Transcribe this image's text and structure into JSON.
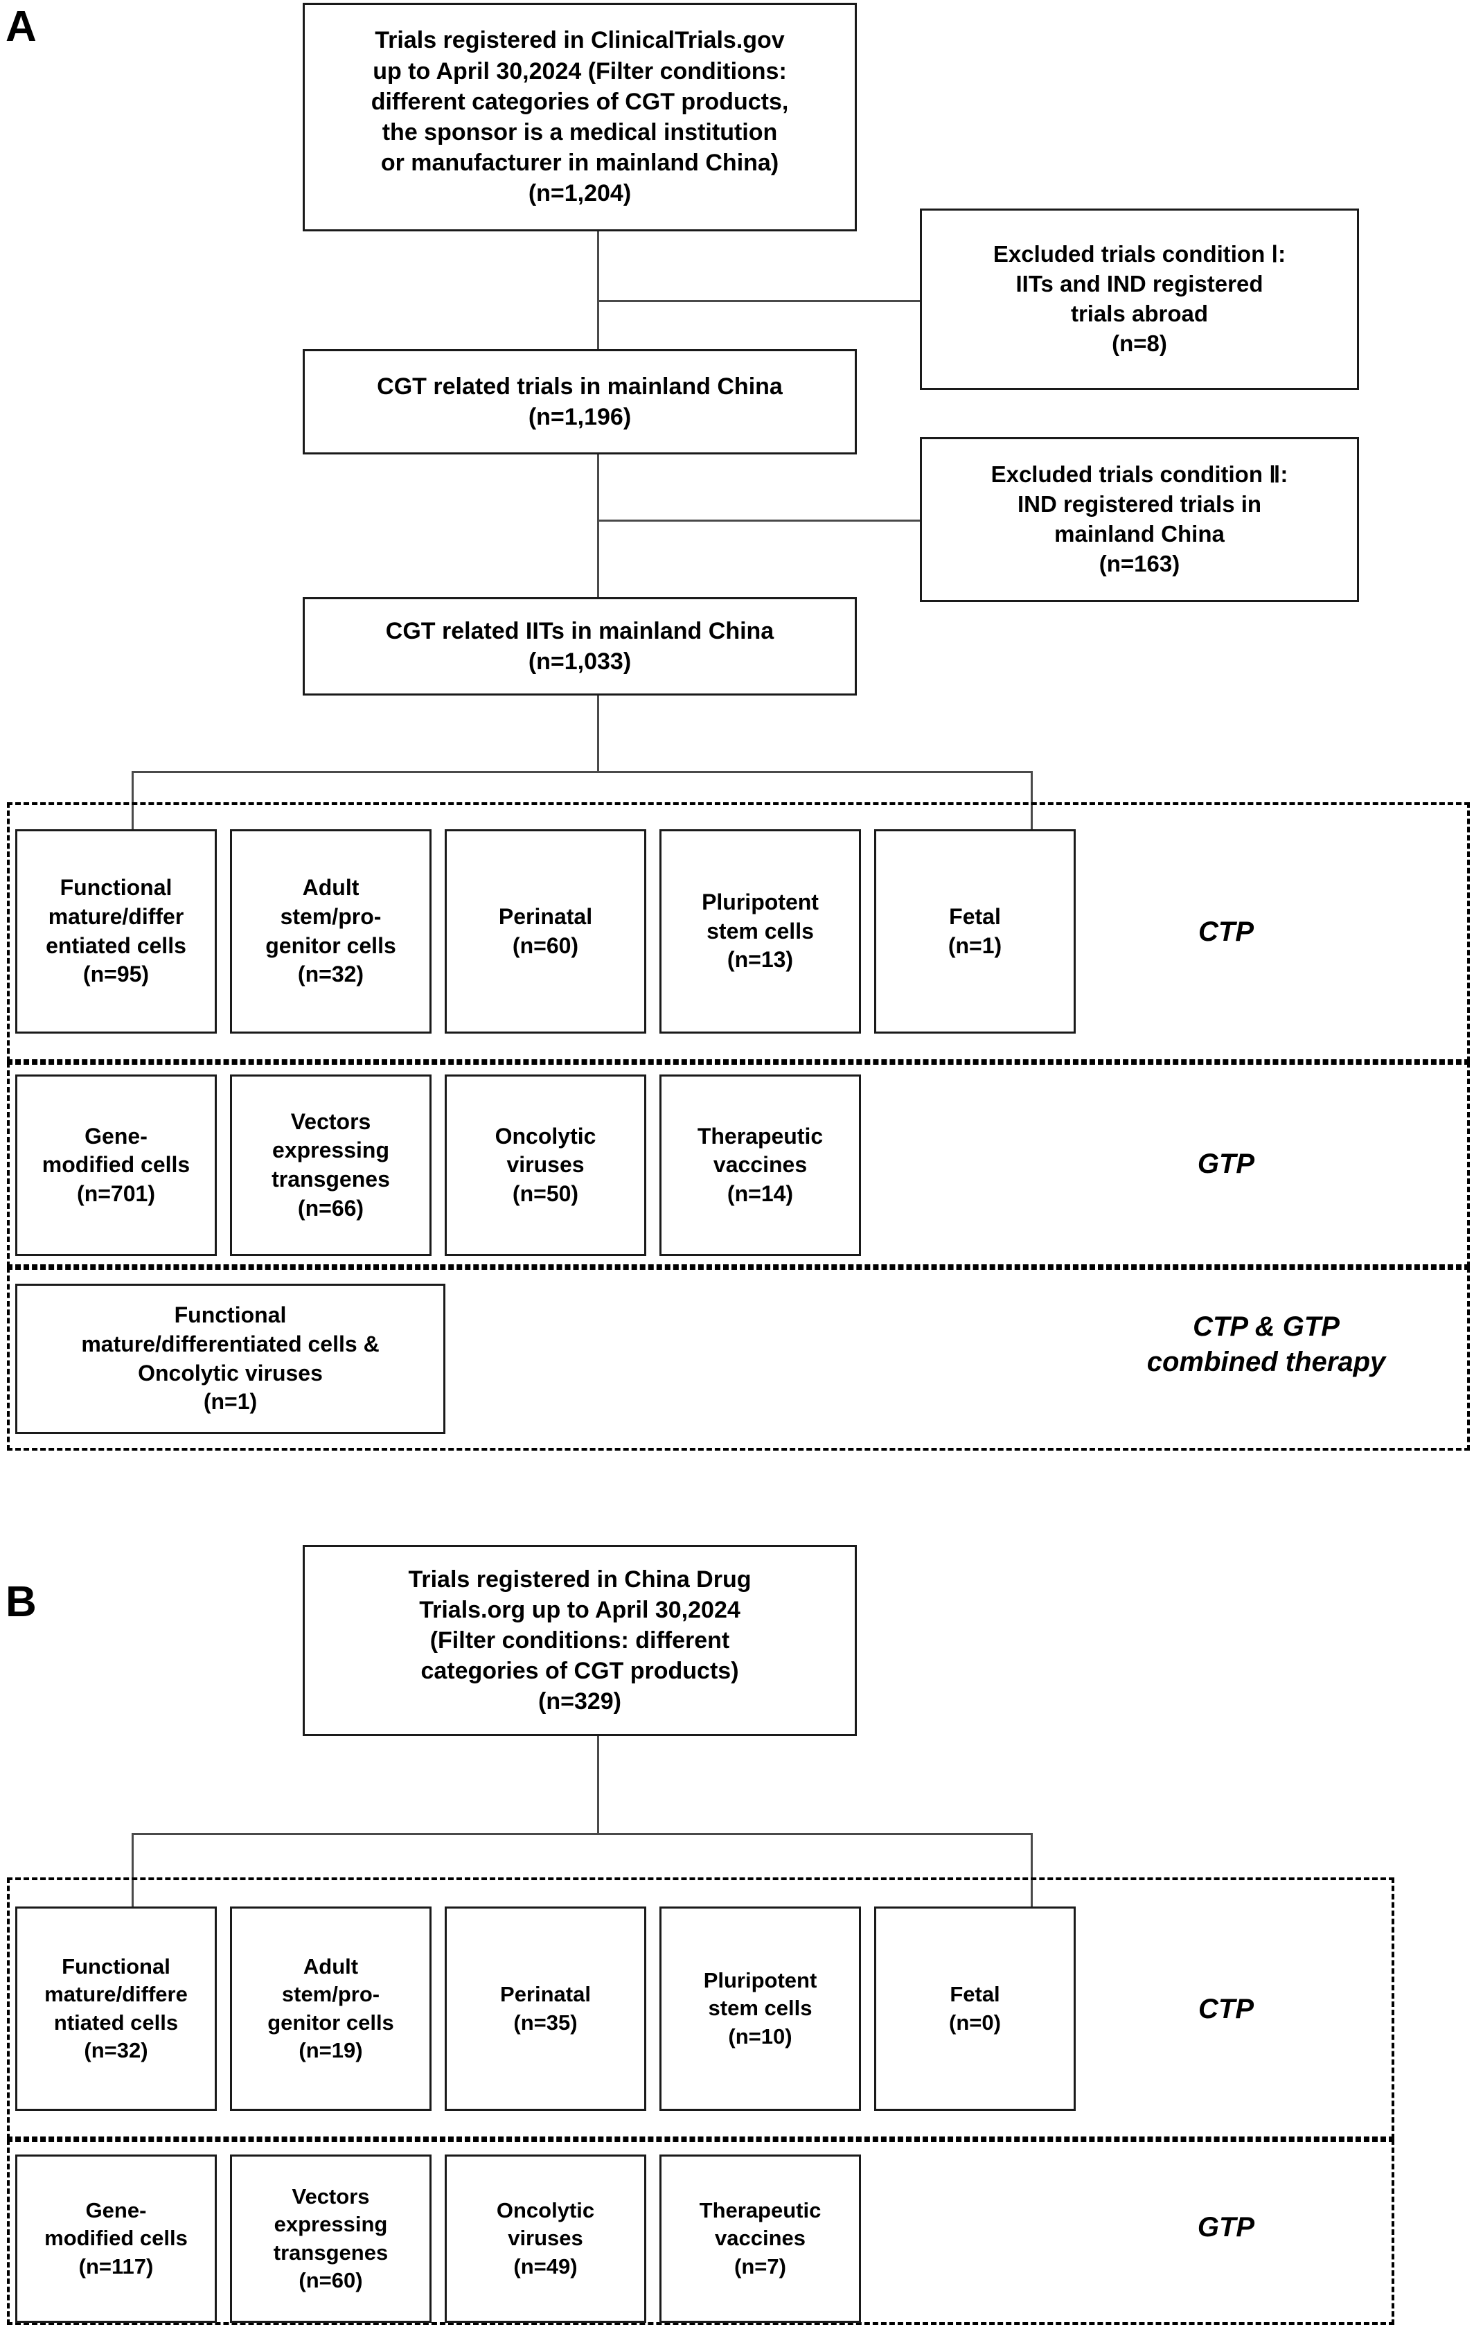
{
  "figure": {
    "panels": [
      {
        "letter": "A",
        "source_box": {
          "text": "Trials registered in ClinicalTrials.gov\nup to April 30,2024 (Filter conditions:\ndifferent categories of CGT products,\nthe sponsor is a medical institution\nor manufacturer in mainland China)\n(n=1,204)",
          "n": "1,204"
        },
        "exclusions": [
          {
            "text": "Excluded trials condition Ⅰ:\nIITs and IND registered\ntrials abroad\n(n=8)",
            "n": "8"
          },
          {
            "text": "Excluded trials condition Ⅱ:\nIND registered trials in\nmainland China\n(n=163)",
            "n": "163"
          }
        ],
        "intermediate_boxes": [
          {
            "text": "CGT related trials in mainland China\n(n=1,196)",
            "n": "1,196"
          },
          {
            "text": "CGT related IITs in mainland China\n(n=1,033)",
            "n": "1,033"
          }
        ],
        "groups": [
          {
            "label": "CTP",
            "items": [
              {
                "text": "Functional\nmature/differ\nentiated cells\n(n=95)",
                "n": "95"
              },
              {
                "text": "Adult\nstem/pro-\ngenitor cells\n(n=32)",
                "n": "32"
              },
              {
                "text": "Perinatal\n(n=60)",
                "n": "60"
              },
              {
                "text": "Pluripotent\nstem cells\n(n=13)",
                "n": "13"
              },
              {
                "text": "Fetal\n(n=1)",
                "n": "1"
              }
            ]
          },
          {
            "label": "GTP",
            "items": [
              {
                "text": "Gene-\nmodified cells\n(n=701)",
                "n": "701"
              },
              {
                "text": "Vectors\nexpressing\ntransgenes\n(n=66)",
                "n": "66"
              },
              {
                "text": "Oncolytic\nviruses\n(n=50)",
                "n": "50"
              },
              {
                "text": "Therapeutic\nvaccines\n(n=14)",
                "n": "14"
              }
            ]
          },
          {
            "label": "CTP & GTP\ncombined therapy",
            "items": [
              {
                "text": "Functional\nmature/differentiated cells &\nOncolytic viruses\n(n=1)",
                "n": "1"
              }
            ]
          }
        ]
      },
      {
        "letter": "B",
        "source_box": {
          "text": "Trials registered in China Drug\nTrials.org up to April 30,2024\n(Filter conditions: different\ncategories of CGT products)\n(n=329)",
          "n": "329"
        },
        "exclusions": [],
        "intermediate_boxes": [],
        "groups": [
          {
            "label": "CTP",
            "items": [
              {
                "text": "Functional\nmature/differe\nntiated cells\n(n=32)",
                "n": "32"
              },
              {
                "text": "Adult\nstem/pro-\ngenitor cells\n(n=19)",
                "n": "19"
              },
              {
                "text": "Perinatal\n(n=35)",
                "n": "35"
              },
              {
                "text": "Pluripotent\nstem cells\n(n=10)",
                "n": "10"
              },
              {
                "text": "Fetal\n(n=0)",
                "n": "0"
              }
            ]
          },
          {
            "label": "GTP",
            "items": [
              {
                "text": "Gene-\nmodified cells\n(n=117)",
                "n": "117"
              },
              {
                "text": "Vectors\nexpressing\ntransgenes\n(n=60)",
                "n": "60"
              },
              {
                "text": "Oncolytic\nviruses\n(n=49)",
                "n": "49"
              },
              {
                "text": "Therapeutic\nvaccines\n(n=7)",
                "n": "7"
              }
            ]
          }
        ]
      }
    ],
    "colors": {
      "box_border": "#1a1a1a",
      "connector": "#4a4a4a",
      "dashed_border": "#000000",
      "text": "#000000",
      "background": "#ffffff"
    }
  }
}
